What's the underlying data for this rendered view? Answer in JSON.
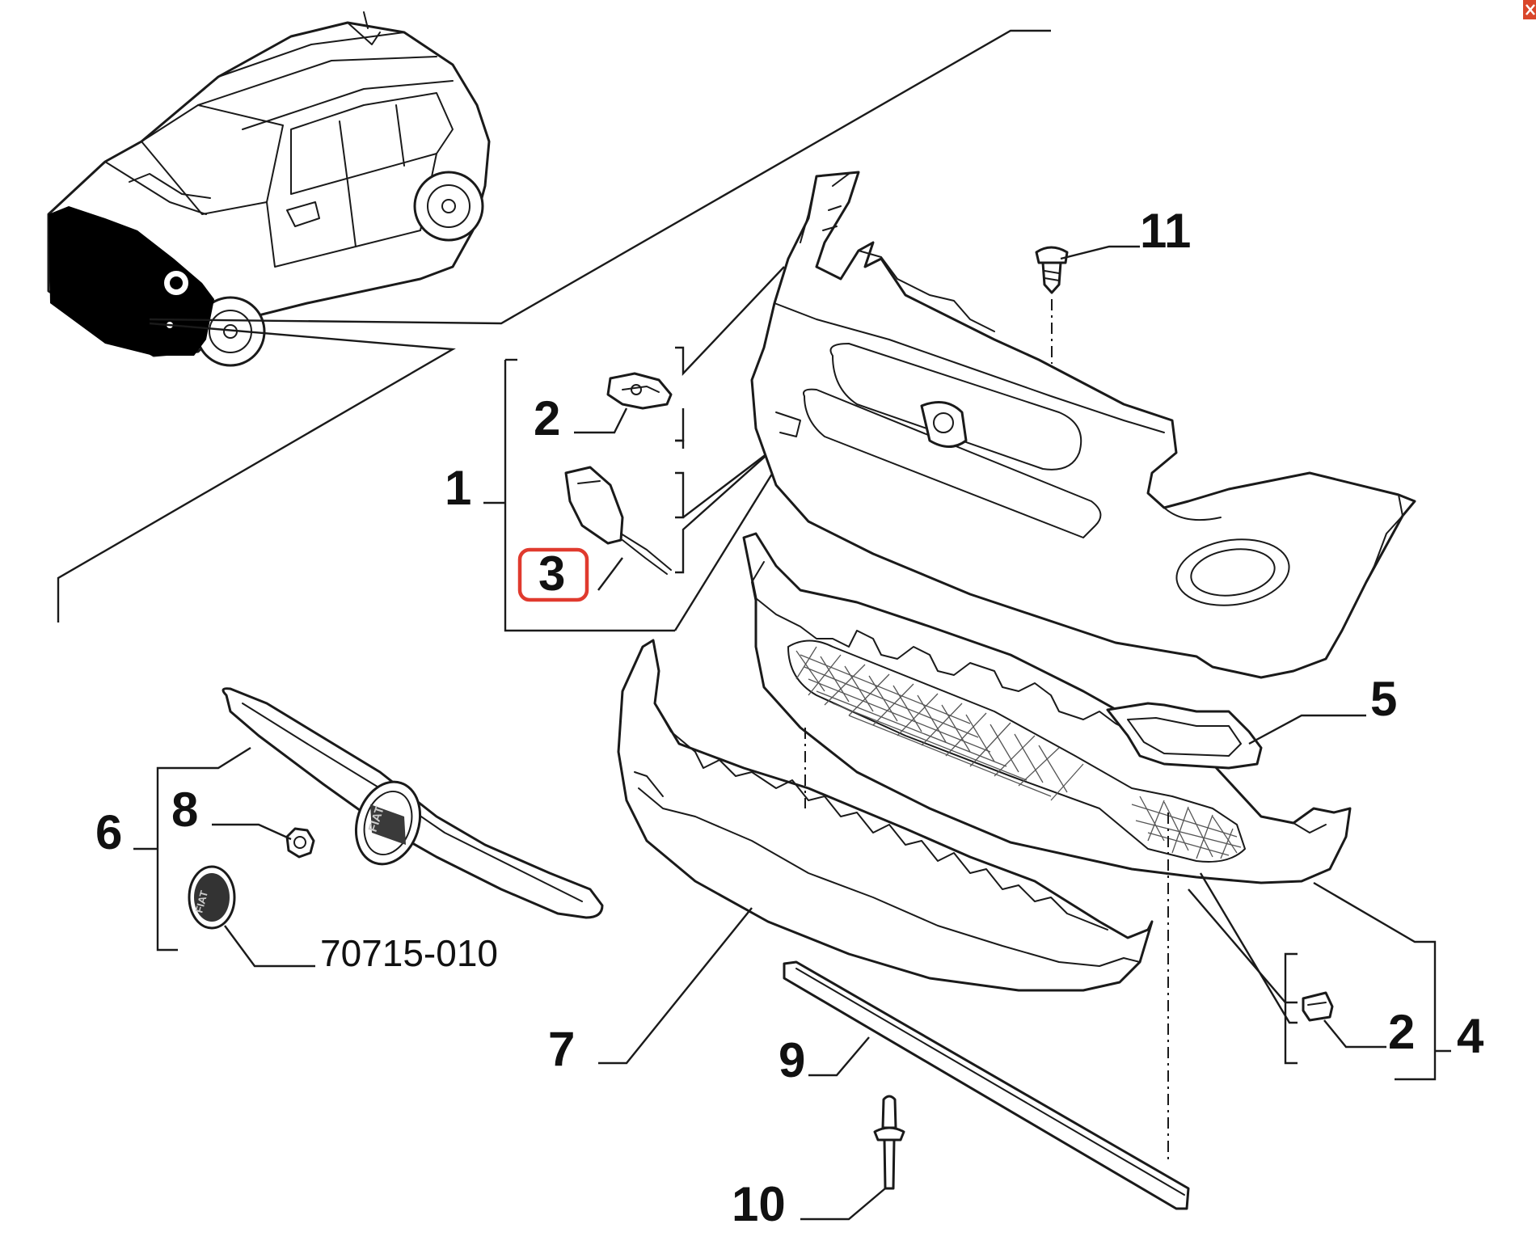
{
  "callouts": {
    "c1": "1",
    "c2a": "2",
    "c2b": "2",
    "c3": "3",
    "c4": "4",
    "c5": "5",
    "c6": "6",
    "c7": "7",
    "c8": "8",
    "c9": "9",
    "c10": "10",
    "c11": "11"
  },
  "part_ref": "70715-010",
  "badge_text": "FIAT",
  "highlighted_callout": "3",
  "colors": {
    "line": "#1a1a1a",
    "highlight": "#e03a2e",
    "silhouette": "#000000",
    "close_button": "#d9472b"
  },
  "icons": {
    "close": "close-icon"
  }
}
